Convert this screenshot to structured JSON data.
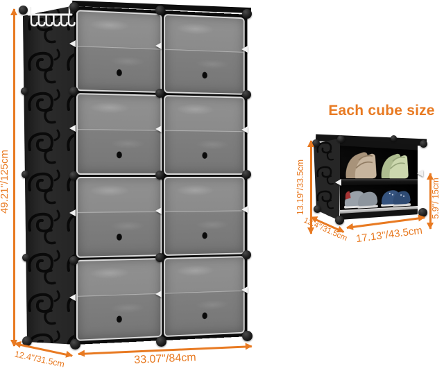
{
  "colors": {
    "accent_orange": "#e87a22",
    "panel_black": "#2b2b2b",
    "door_gray": "#8a8a8a"
  },
  "main_unit": {
    "description": "8-cube black shoe cabinet with translucent doors, swirl-embossed side panels and a 6-hook side rack",
    "rows": 4,
    "cols": 2,
    "dimensions": {
      "height": "49.21\"/125cm",
      "depth": "12.4\"/31.5cm",
      "width": "33.07\"/84cm"
    }
  },
  "cube_detail": {
    "heading": "Each cube size",
    "dimensions": {
      "height": "13.19\"/33.5cm",
      "lower_height": "5.9\"/ 15cm",
      "depth": "12.4\"/31.5cm",
      "width": "17.13\"/43.5cm"
    },
    "contents": {
      "top_shelf": "two pairs of wedge sandals",
      "bottom_shelf": "two pairs of sneakers"
    }
  }
}
